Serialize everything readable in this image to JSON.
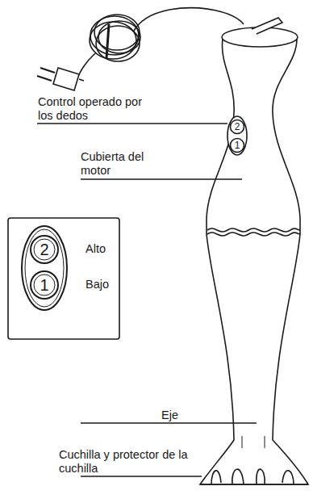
{
  "diagram": {
    "labels": [
      "Control operado por los dedos",
      "Cubierta del motor",
      "2",
      "1",
      "2",
      "1",
      "Alto",
      "Bajo",
      "Eje",
      "Cuchilla y protector de la cuchilla"
    ]
  }
}
